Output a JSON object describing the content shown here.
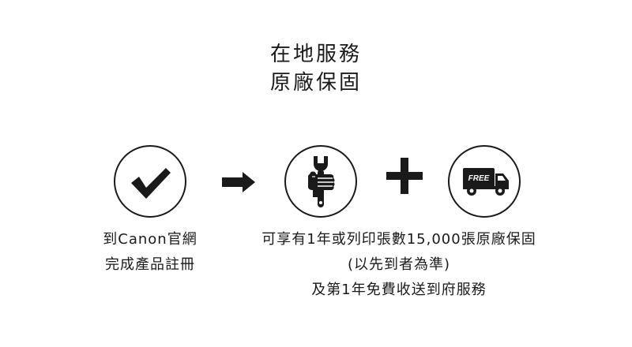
{
  "heading": {
    "line1": "在地服務",
    "line2": "原廠保固"
  },
  "icons": {
    "step1": "checkmark-icon",
    "arrow": "arrow-right-icon",
    "step2": "wrench-hand-icon",
    "plus": "plus-icon",
    "step3": "delivery-truck-icon",
    "truck_label": "FREE"
  },
  "captions": {
    "left": [
      "到Canon官網",
      "完成產品註冊"
    ],
    "right": [
      "可享有1年或列印張數15,000張原廠保固",
      "(以先到者為準)",
      "及第1年免費收送到府服務"
    ]
  },
  "colors": {
    "ink": "#1a1a1a",
    "background": "#ffffff"
  }
}
